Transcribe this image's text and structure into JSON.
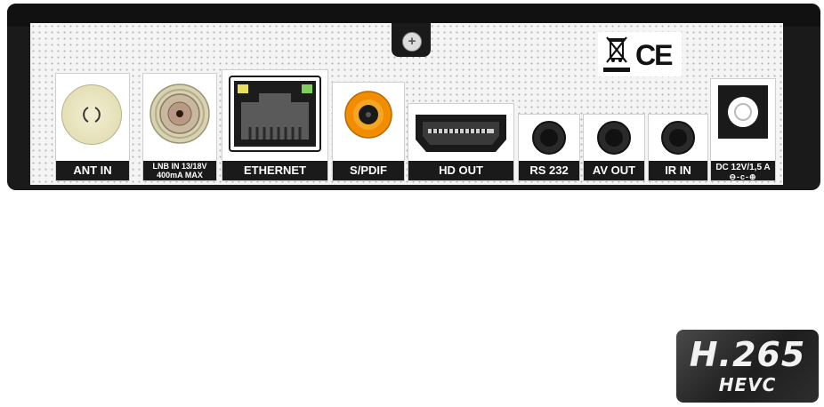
{
  "device": {
    "ports": [
      {
        "id": "ant-in",
        "label": "ANT IN"
      },
      {
        "id": "lnb-in",
        "label_line1": "LNB IN 13/18V",
        "label_line2": "400mA MAX"
      },
      {
        "id": "ethernet",
        "label": "ETHERNET"
      },
      {
        "id": "spdif",
        "label": "S/PDIF"
      },
      {
        "id": "hd-out",
        "label": "HD OUT"
      },
      {
        "id": "rs232",
        "label": "RS 232"
      },
      {
        "id": "av-out",
        "label": "AV OUT"
      },
      {
        "id": "ir-in",
        "label": "IR IN"
      },
      {
        "id": "dc-in",
        "label": "DC 12V/1,5 A",
        "polarity": "⊖-c-⊕"
      }
    ],
    "certification": {
      "ce_mark": "CE",
      "weee_icon": "crossed-out-bin-icon"
    },
    "colors": {
      "body": "#1a1a1a",
      "panel": "#f4f4f4",
      "spdif_jack": "#f28c00",
      "ethernet_led_left": "#e8e05a",
      "ethernet_led_right": "#7fcf5a"
    }
  },
  "badge": {
    "main": "H.265",
    "sub": "HEVC"
  }
}
